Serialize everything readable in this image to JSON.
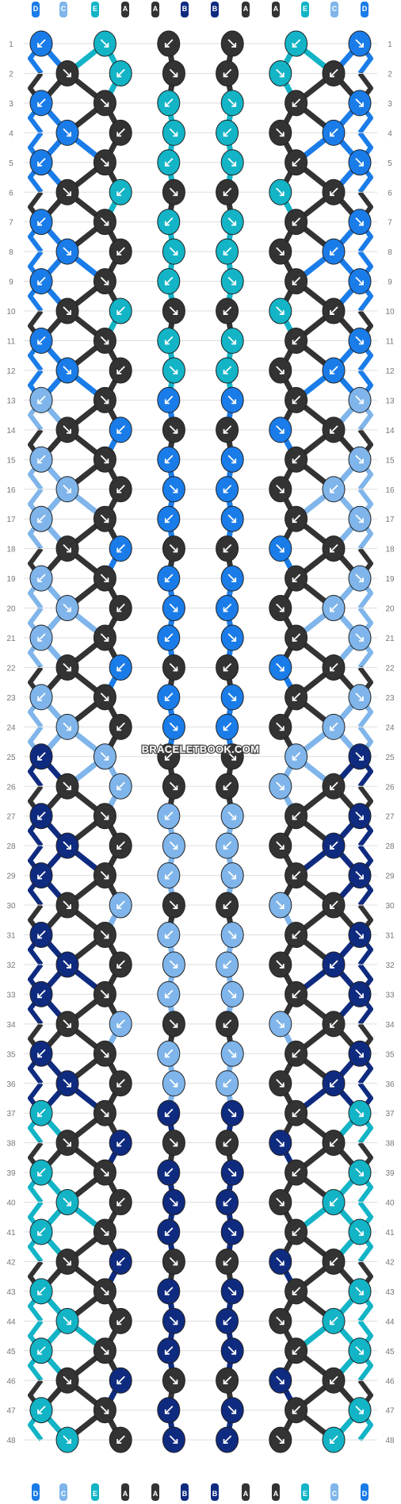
{
  "watermark": "BRACELETBOOK.COM",
  "colors": {
    "A": "#333333",
    "B": "#0f2b80",
    "C": "#7fb5ea",
    "D": "#1a7ce8",
    "E": "#12b4c6"
  },
  "strands": [
    "D",
    "C",
    "E",
    "A",
    "A",
    "B",
    "B",
    "A",
    "A",
    "E",
    "C",
    "D"
  ],
  "row_count": 48,
  "knot_rows": [
    "DEAAED",
    "AEAAEA",
    "DAEEAD",
    "DAEEAD",
    "DAEEAD",
    "AEAAEA",
    "DAEEAD",
    "DAEEAD",
    "DAEEAD",
    "AEAAEA",
    "DAEEAD",
    "DAEEAD",
    "CADDAC",
    "ADAADA",
    "CADDAC",
    "CADDAC",
    "CADDAC",
    "ADAADA",
    "CADDAC",
    "CADDAC",
    "CADDAC",
    "ADAADA",
    "CADDAC",
    "CADDAC",
    "BCAACB",
    "ACAACA",
    "BACCAB",
    "BACCAB",
    "BACCAB",
    "ACAACA",
    "BACCAB",
    "BACCAB",
    "BACCAB",
    "ACAACA",
    "BACCAB",
    "BACCAB",
    "EABBAE",
    "ABAABA",
    "EABBAE",
    "EABBAE",
    "EABBAE",
    "ABAABA",
    "EABBAE",
    "EABBAE",
    "EABBAE",
    "ABAABA",
    "EABBAE",
    "EABBAE"
  ],
  "bottom_strands": [
    "D",
    "C",
    "E",
    "A",
    "A",
    "B",
    "B",
    "A",
    "A",
    "E",
    "C",
    "D"
  ]
}
